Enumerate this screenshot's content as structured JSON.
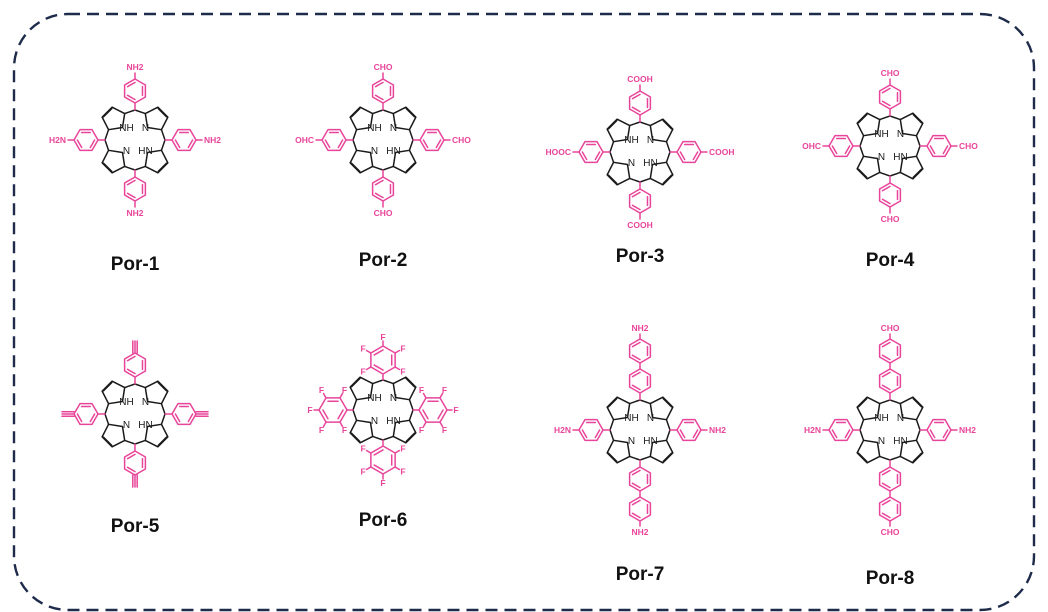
{
  "colors": {
    "core": "#1a1a1a",
    "substituent": "#e8459a",
    "frame": "#1e2b4a"
  },
  "core_labels": {
    "nh": "NH",
    "hn": "HN",
    "n": "N"
  },
  "molecules": [
    {
      "label": "Por-1",
      "top": "NH2",
      "bottom": "NH2",
      "left": "NH2",
      "right": "NH2",
      "left_text": "H2N",
      "right_text": "NH2",
      "top_text": "NH2",
      "bottom_text": "NH2",
      "kind": "group"
    },
    {
      "label": "Por-2",
      "top": "CHO",
      "bottom": "CHO",
      "left": "CHO",
      "right": "CHO",
      "left_text": "OHC",
      "right_text": "CHO",
      "top_text": "CHO",
      "bottom_text": "CHO",
      "kind": "group"
    },
    {
      "label": "Por-3",
      "top": "COOH",
      "bottom": "COOH",
      "left": "COOH",
      "right": "COOH",
      "left_text": "HOOC",
      "right_text": "COOH",
      "top_text": "COOH",
      "bottom_text": "COOH",
      "kind": "group"
    },
    {
      "label": "Por-4",
      "top": "CHO",
      "bottom": "CHO",
      "left": "CHO",
      "right": "CHO",
      "left_text": "OHC",
      "right_text": "CHO",
      "top_text": "CHO",
      "bottom_text": "CHO",
      "kind": "group"
    },
    {
      "label": "Por-5",
      "kind": "alkyne"
    },
    {
      "label": "Por-6",
      "kind": "pentafluoro",
      "fluorine": "F"
    },
    {
      "label": "Por-7",
      "kind": "biphenyl",
      "left_text": "H2N",
      "right_text": "NH2",
      "top_text": "NH2",
      "bottom_text": "NH2"
    },
    {
      "label": "Por-8",
      "kind": "biphenyl",
      "left_text": "H2N",
      "right_text": "NH2",
      "top_text": "CHO",
      "bottom_text": "CHO"
    }
  ]
}
